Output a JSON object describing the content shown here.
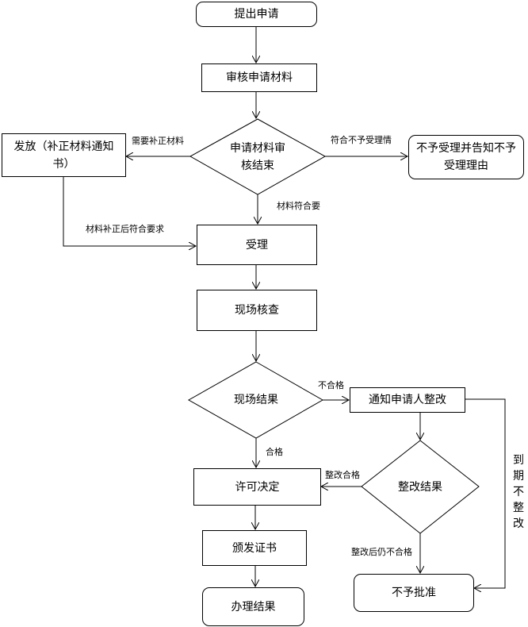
{
  "nodes": {
    "submit": "提出申请",
    "review": "审核申请材料",
    "review_decision": "申请材料审核结束",
    "issue_notice": "发放（补正材料通知书）",
    "reject_accept": "不予受理并告知不予受理理由",
    "accept": "受理",
    "site_check": "现场核查",
    "site_result": "现场结果",
    "notify_fix": "通知申请人整改",
    "fix_result": "整改结果",
    "permit": "许可决定",
    "certificate": "颁发证书",
    "done": "办理结果",
    "deny": "不予批准"
  },
  "edges": {
    "need_more": "需要补正材料",
    "not_acceptable": "符合不予受理情",
    "materials_ok": "材料符合要",
    "fixed_ok": "材料补正后符合要求",
    "fail": "不合格",
    "pass": "合格",
    "fix_pass": "整改合格",
    "fix_fail": "整改后仍不合格",
    "overdue": "到期不整改"
  }
}
